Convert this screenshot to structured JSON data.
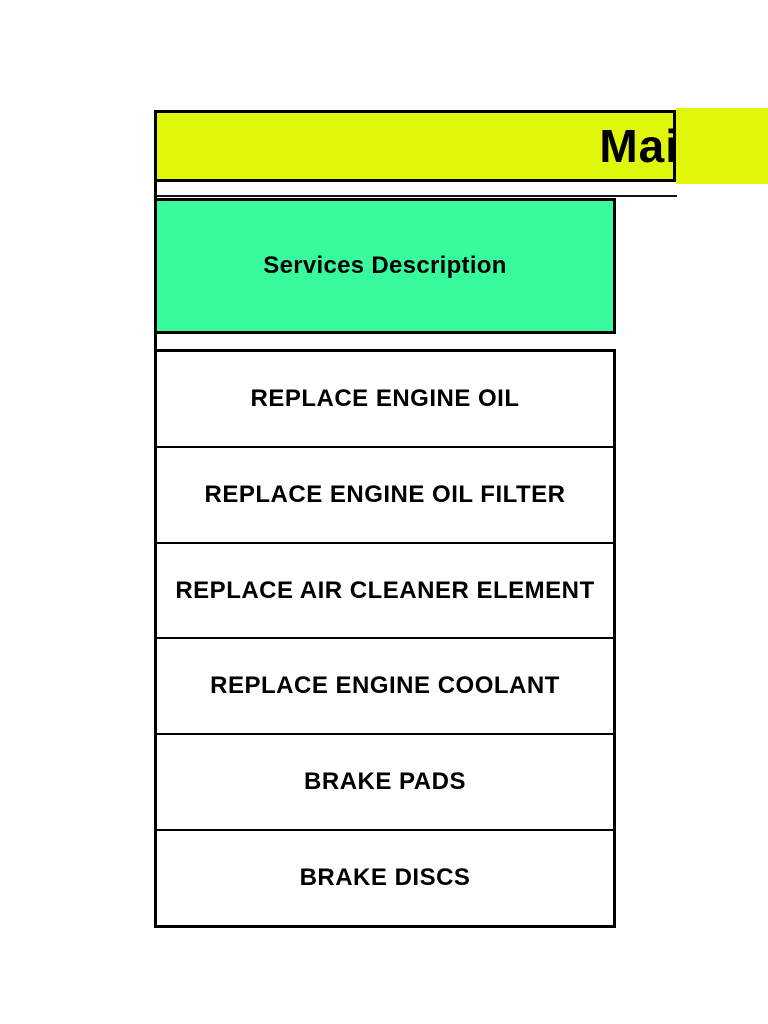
{
  "banner": {
    "title": "Mai",
    "fill_color": "#E0F70C",
    "border_color": "#000000"
  },
  "services_header": {
    "label": "Services Description",
    "fill_color": "#38FB9D",
    "border_color": "#000000"
  },
  "service_rows": [
    "REPLACE ENGINE OIL",
    "REPLACE ENGINE OIL FILTER",
    "REPLACE AIR CLEANER ELEMENT",
    "REPLACE ENGINE COOLANT",
    "BRAKE PADS",
    "BRAKE DISCS"
  ]
}
